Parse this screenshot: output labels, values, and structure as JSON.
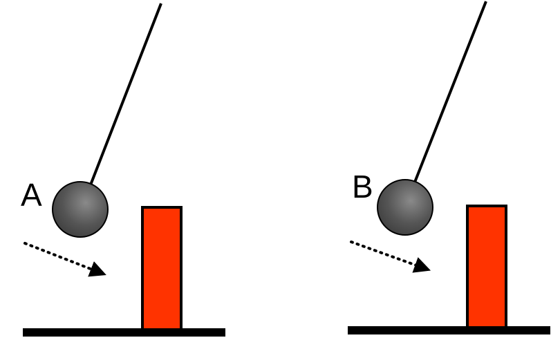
{
  "panels": [
    {
      "label": "A",
      "ball_color": "#555555",
      "block_color": "#ff3300",
      "string_color": "#000000",
      "ground_color": "#000000",
      "arrow_style": "dotted"
    },
    {
      "label": "B",
      "ball_color": "#555555",
      "block_color": "#ff3300",
      "string_color": "#000000",
      "ground_color": "#000000",
      "arrow_style": "dotted"
    }
  ]
}
